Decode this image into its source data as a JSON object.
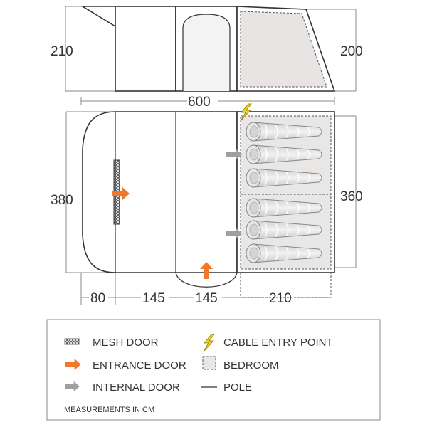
{
  "dimensions": {
    "side_height_left": "210",
    "side_height_right": "200",
    "total_length": "600",
    "plan_depth_left": "380",
    "plan_depth_right": "360",
    "seg_porch": "80",
    "seg_living_1": "145",
    "seg_living_2": "145",
    "seg_bedroom": "210"
  },
  "legend": {
    "mesh_door": "MESH DOOR",
    "entrance_door": "ENTRANCE DOOR",
    "internal_door": "INTERNAL DOOR",
    "cable_entry": "CABLE ENTRY POINT",
    "bedroom": "BEDROOM",
    "pole": "POLE",
    "note": "MEASUREMENTS IN CM"
  },
  "colors": {
    "entrance_arrow": "#f07a2a",
    "internal_arrow": "#a0a0a0",
    "cable_icon": "#f2d21a",
    "bedroom_fill": "#e9e6e6",
    "outline": "#333333"
  },
  "icons": {
    "mesh_door": "mesh-door-icon",
    "entrance_door": "orange-arrow-icon",
    "internal_door": "grey-arrow-icon",
    "cable_entry": "lightning-bolt-icon",
    "bedroom": "dashed-square-icon",
    "pole": "pole-line-icon"
  },
  "sleeping_bags": 6
}
